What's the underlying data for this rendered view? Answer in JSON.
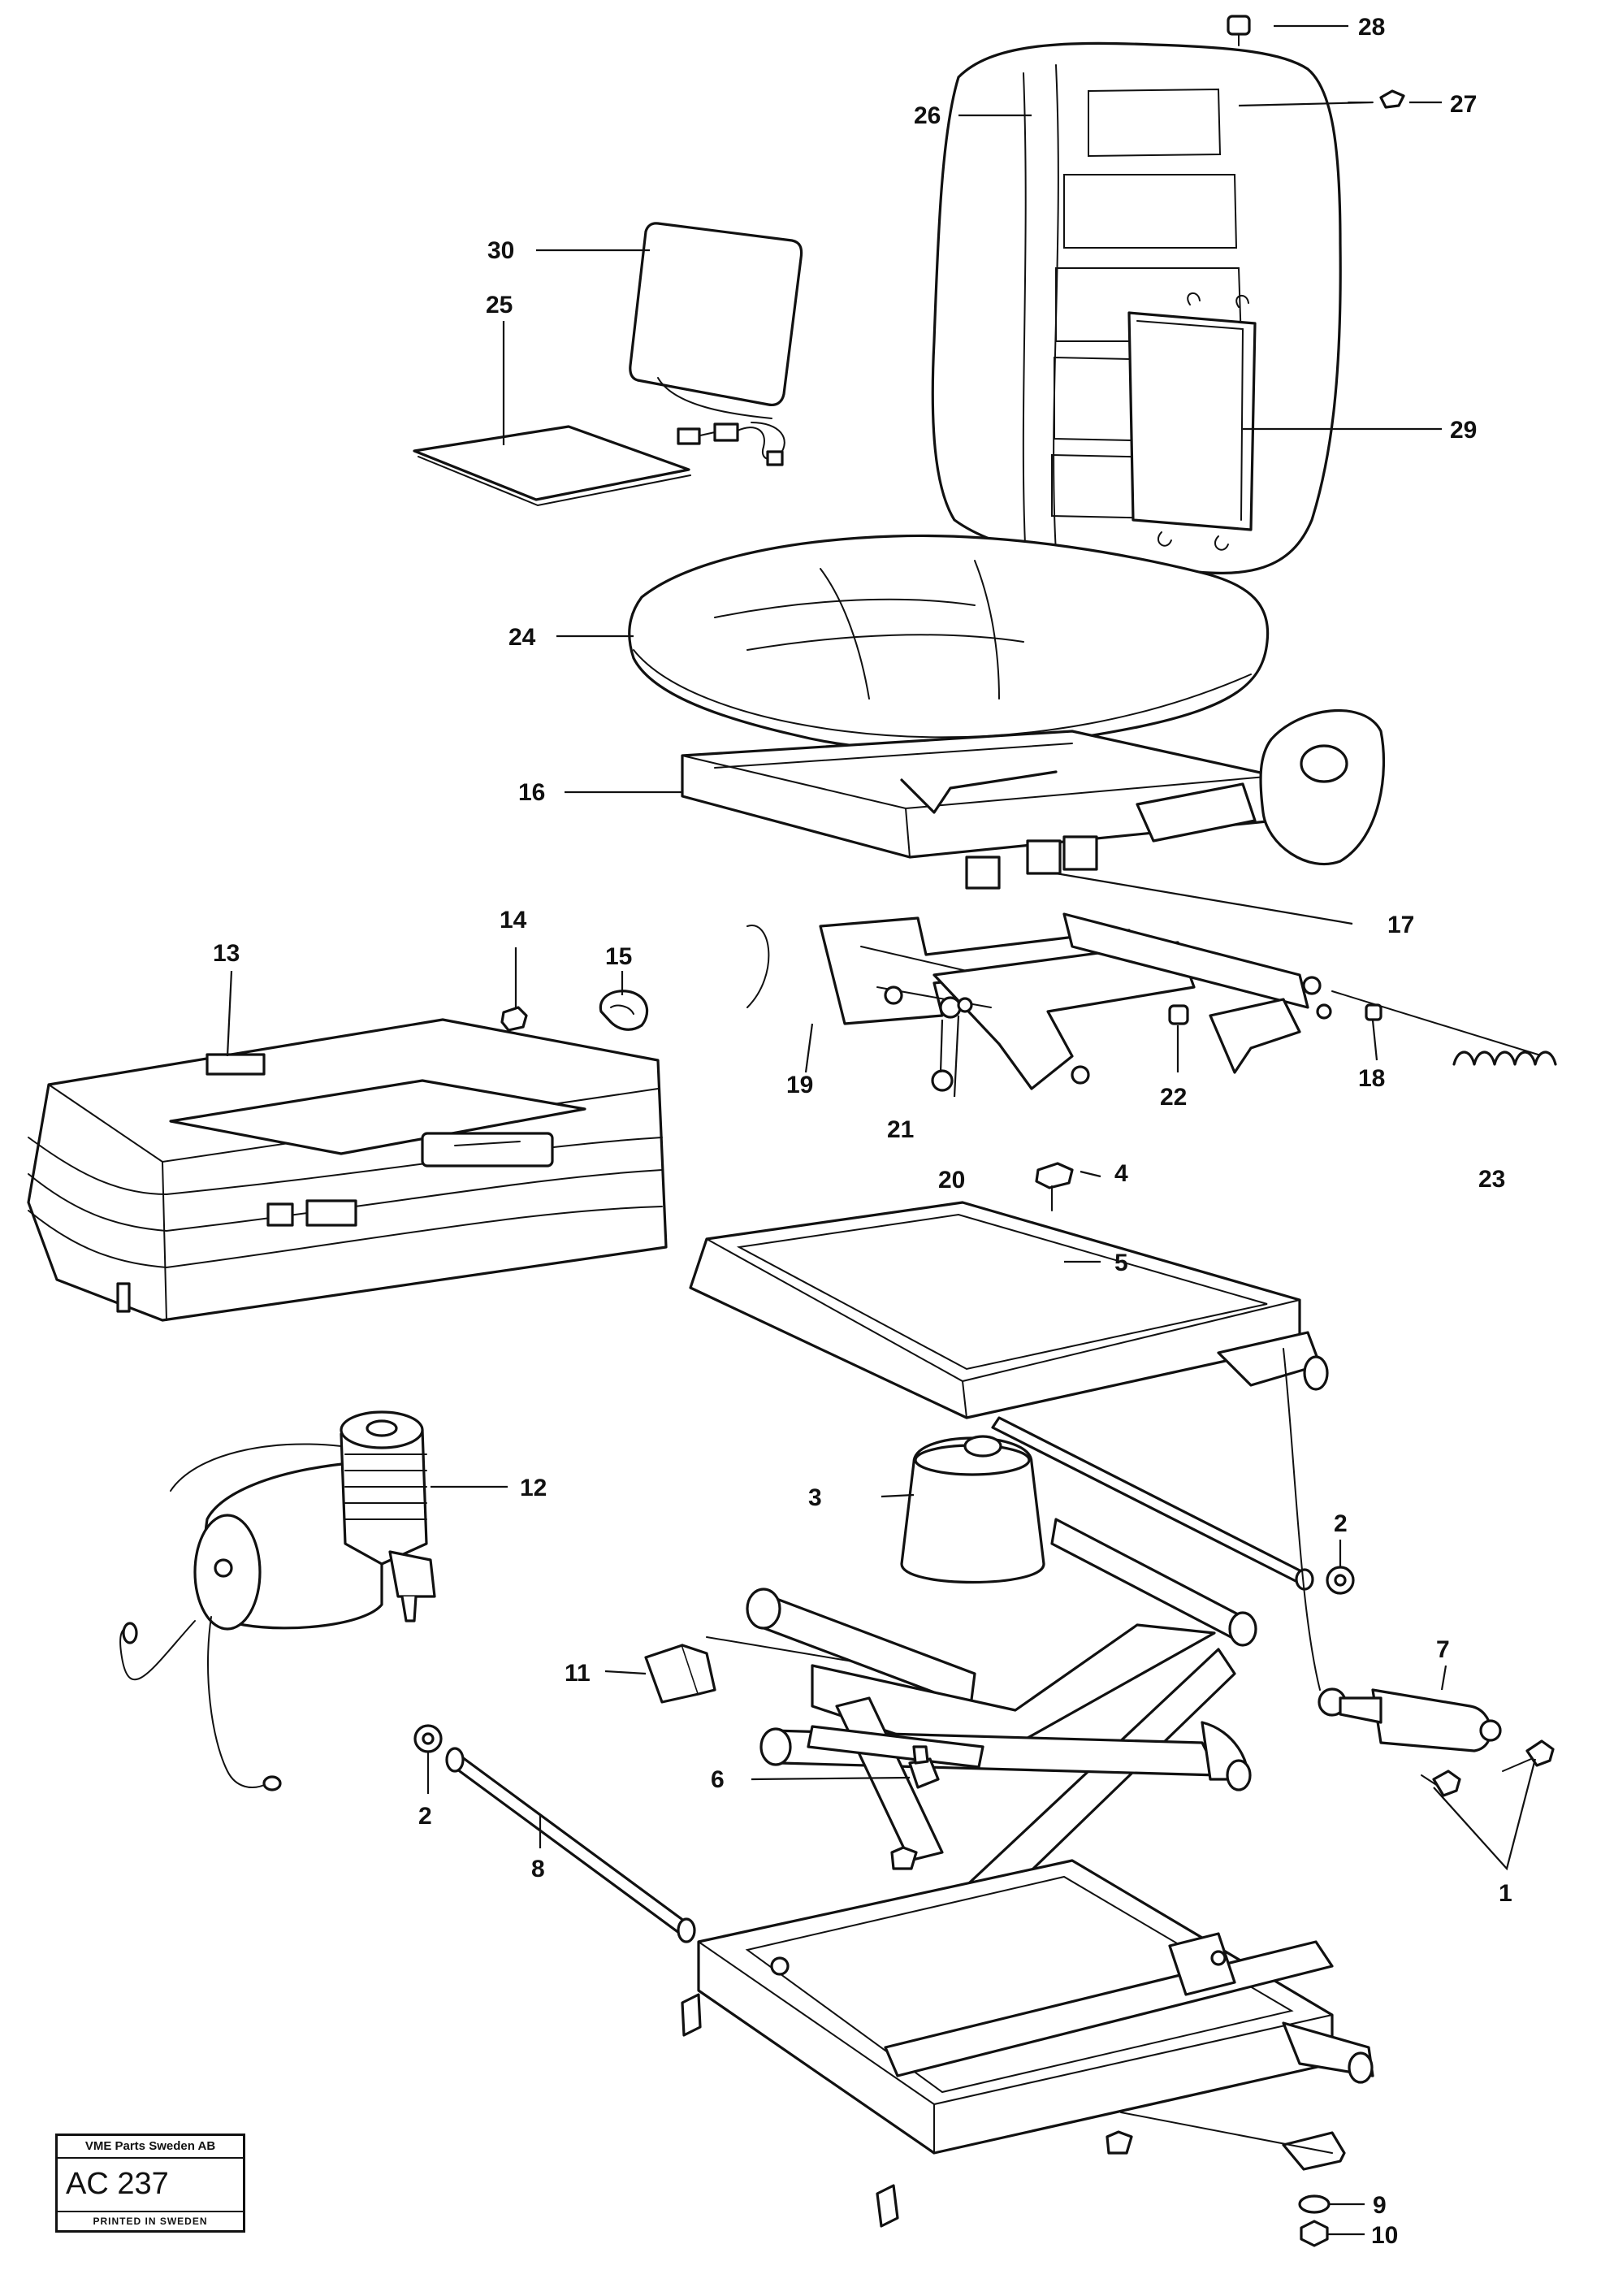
{
  "diagram": {
    "callouts": [
      {
        "id": "c1",
        "label": "1"
      },
      {
        "id": "c2a",
        "label": "2"
      },
      {
        "id": "c2b",
        "label": "2"
      },
      {
        "id": "c3",
        "label": "3"
      },
      {
        "id": "c4",
        "label": "4"
      },
      {
        "id": "c5",
        "label": "5"
      },
      {
        "id": "c6",
        "label": "6"
      },
      {
        "id": "c7",
        "label": "7"
      },
      {
        "id": "c8",
        "label": "8"
      },
      {
        "id": "c9",
        "label": "9"
      },
      {
        "id": "c10",
        "label": "10"
      },
      {
        "id": "c11",
        "label": "11"
      },
      {
        "id": "c12",
        "label": "12"
      },
      {
        "id": "c13",
        "label": "13"
      },
      {
        "id": "c14",
        "label": "14"
      },
      {
        "id": "c15",
        "label": "15"
      },
      {
        "id": "c16",
        "label": "16"
      },
      {
        "id": "c17",
        "label": "17"
      },
      {
        "id": "c18",
        "label": "18"
      },
      {
        "id": "c19",
        "label": "19"
      },
      {
        "id": "c20",
        "label": "20"
      },
      {
        "id": "c21",
        "label": "21"
      },
      {
        "id": "c22",
        "label": "22"
      },
      {
        "id": "c23",
        "label": "23"
      },
      {
        "id": "c24",
        "label": "24"
      },
      {
        "id": "c25",
        "label": "25"
      },
      {
        "id": "c26",
        "label": "26"
      },
      {
        "id": "c27",
        "label": "27"
      },
      {
        "id": "c28",
        "label": "28"
      },
      {
        "id": "c29",
        "label": "29"
      },
      {
        "id": "c30",
        "label": "30"
      }
    ]
  },
  "id_plate": {
    "company": "VME Parts Sweden AB",
    "code": "AC 237",
    "footer": "PRINTED IN SWEDEN"
  }
}
